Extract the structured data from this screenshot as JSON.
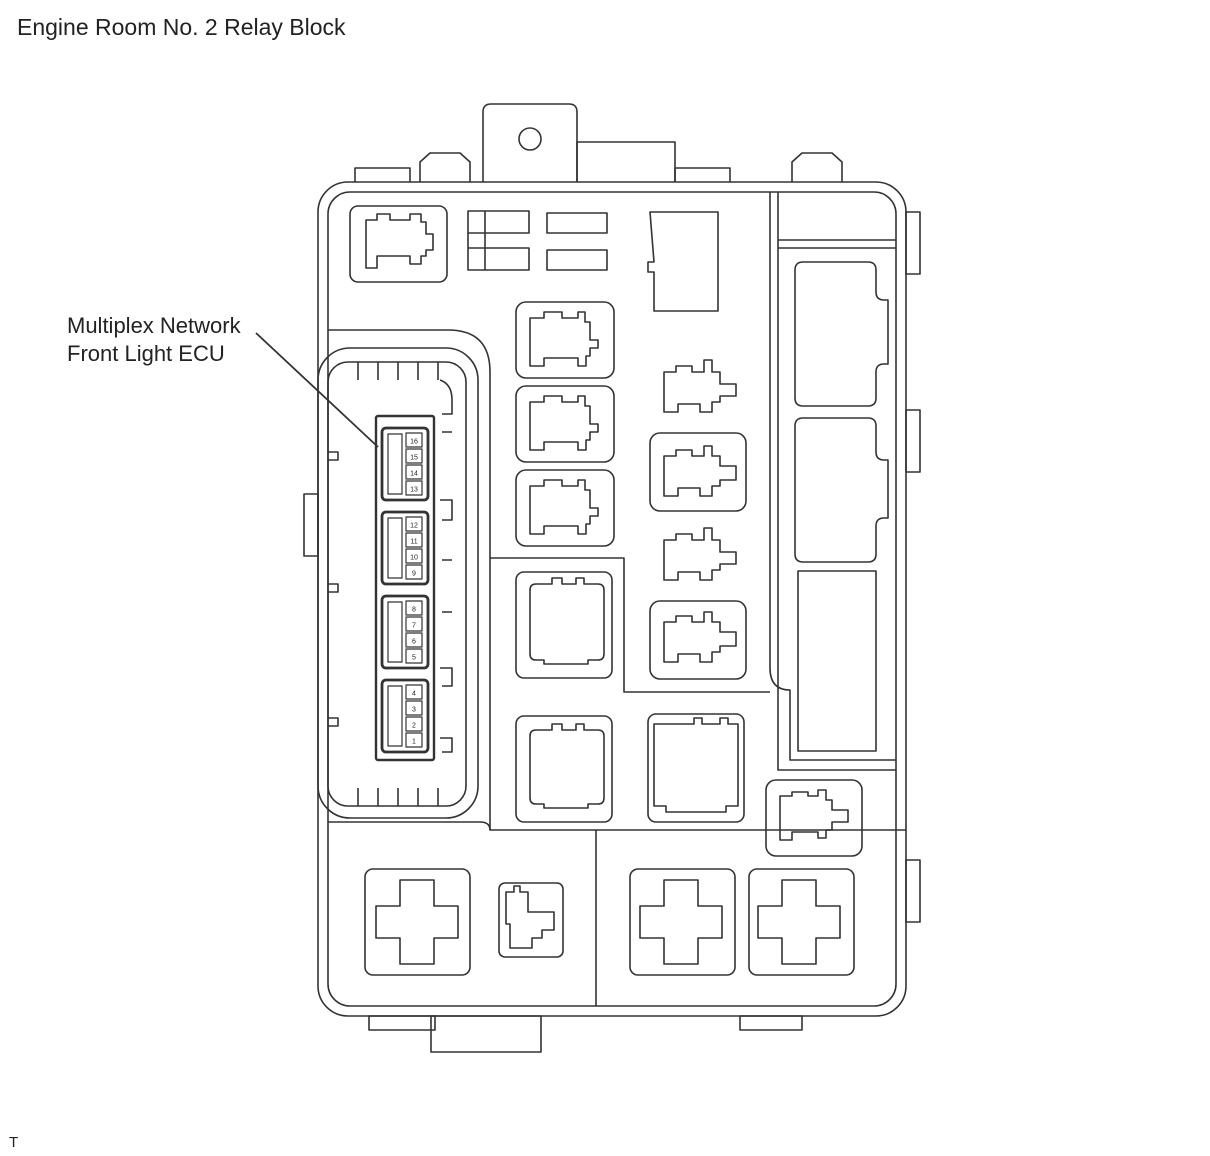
{
  "title": "Engine Room No. 2 Relay Block",
  "callout": {
    "line1": "Multiplex Network",
    "line2": "Front Light ECU"
  },
  "footer_code": "T",
  "ecu_pins": [
    [
      "16",
      "15",
      "14",
      "13"
    ],
    [
      "12",
      "11",
      "10",
      "9"
    ],
    [
      "8",
      "7",
      "6",
      "5"
    ],
    [
      "4",
      "3",
      "2",
      "1"
    ]
  ]
}
